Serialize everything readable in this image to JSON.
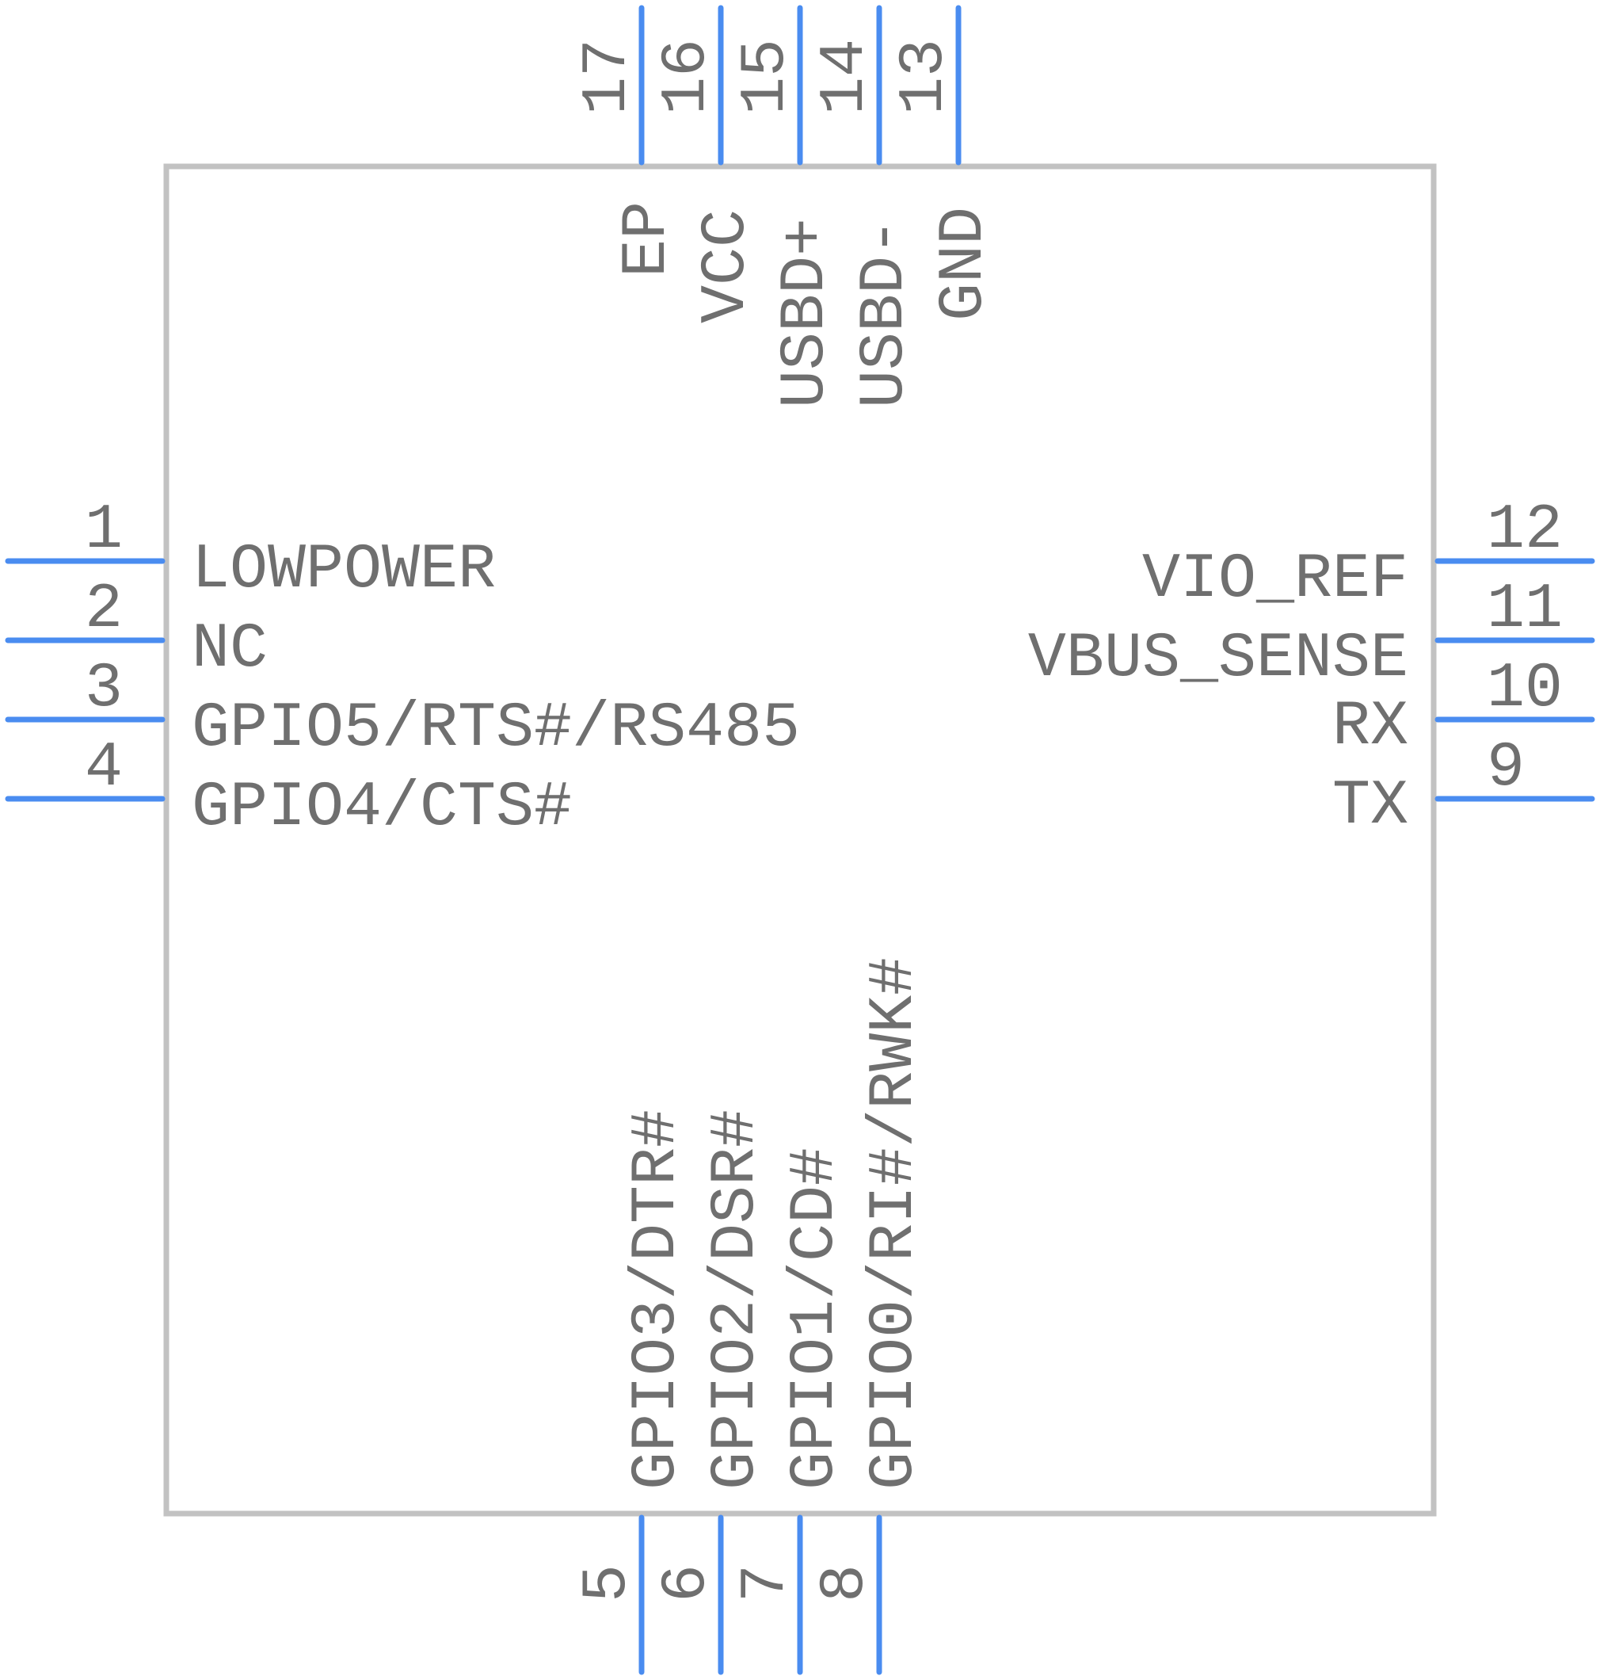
{
  "colors": {
    "pin": "#4a8cf0",
    "body": "#c2c2c2",
    "text": "#6f6f6f",
    "background": "#ffffff"
  },
  "left_pins": [
    {
      "number": "1",
      "name": "LOWPOWER"
    },
    {
      "number": "2",
      "name": "NC"
    },
    {
      "number": "3",
      "name": "GPIO5/RTS#/RS485"
    },
    {
      "number": "4",
      "name": "GPIO4/CTS#"
    }
  ],
  "right_pins": [
    {
      "number": "12",
      "name": "VIO_REF"
    },
    {
      "number": "11",
      "name": "VBUS_SENSE"
    },
    {
      "number": "10",
      "name": "RX"
    },
    {
      "number": "9",
      "name": "TX"
    }
  ],
  "top_pins": [
    {
      "number": "17",
      "name": "EP"
    },
    {
      "number": "16",
      "name": "VCC"
    },
    {
      "number": "15",
      "name": "USBD+"
    },
    {
      "number": "14",
      "name": "USBD-"
    },
    {
      "number": "13",
      "name": "GND"
    }
  ],
  "bottom_pins": [
    {
      "number": "5",
      "name": "GPIO3/DTR#"
    },
    {
      "number": "6",
      "name": "GPIO2/DSR#"
    },
    {
      "number": "7",
      "name": "GPIO1/CD#"
    },
    {
      "number": "8",
      "name": "GPIO0/RI#/RWK#"
    }
  ]
}
